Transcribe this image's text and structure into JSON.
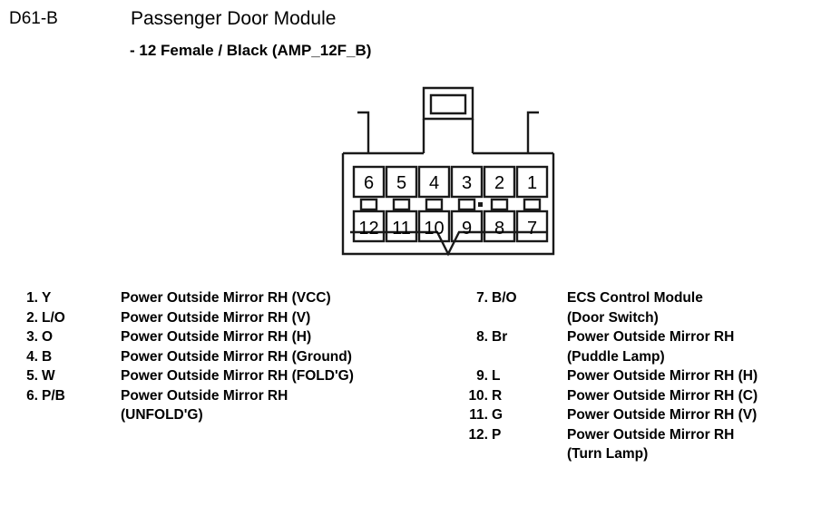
{
  "header": {
    "code": "D61-B",
    "title": "Passenger Door Module",
    "subtitle": "- 12 Female / Black (AMP_12F_B)"
  },
  "connector": {
    "name": "AMP_12F_B",
    "type": "12 Female / Black",
    "outline_color": "#000000",
    "fill_color": "#ffffff",
    "top_row": [
      "6",
      "5",
      "4",
      "3",
      "2",
      "1"
    ],
    "bottom_row": [
      "12",
      "11",
      "10",
      "9",
      "8",
      "7"
    ]
  },
  "pins": {
    "left": [
      {
        "num": "1.",
        "color": "Y",
        "desc": "Power Outside Mirror RH (VCC)",
        "cont": ""
      },
      {
        "num": "2.",
        "color": "L/O",
        "desc": "Power Outside Mirror RH (V)",
        "cont": ""
      },
      {
        "num": "3.",
        "color": "O",
        "desc": "Power Outside Mirror RH (H)",
        "cont": ""
      },
      {
        "num": "4.",
        "color": "B",
        "desc": "Power Outside Mirror RH (Ground)",
        "cont": ""
      },
      {
        "num": "5.",
        "color": "W",
        "desc": "Power Outside Mirror RH (FOLD'G)",
        "cont": ""
      },
      {
        "num": "6.",
        "color": "P/B",
        "desc": "Power Outside Mirror RH",
        "cont": "(UNFOLD'G)"
      }
    ],
    "right": [
      {
        "num": "7.",
        "color": "B/O",
        "desc": "ECS Control Module",
        "cont": "(Door Switch)"
      },
      {
        "num": "8.",
        "color": "Br",
        "desc": "Power Outside Mirror RH",
        "cont": "(Puddle Lamp)"
      },
      {
        "num": "9.",
        "color": "L",
        "desc": "Power Outside Mirror RH (H)",
        "cont": ""
      },
      {
        "num": "10.",
        "color": "R",
        "desc": "Power Outside Mirror RH (C)",
        "cont": ""
      },
      {
        "num": "11.",
        "color": "G",
        "desc": "Power Outside Mirror RH (V)",
        "cont": ""
      },
      {
        "num": "12.",
        "color": "P",
        "desc": "Power Outside Mirror RH",
        "cont": "(Turn Lamp)"
      }
    ]
  }
}
